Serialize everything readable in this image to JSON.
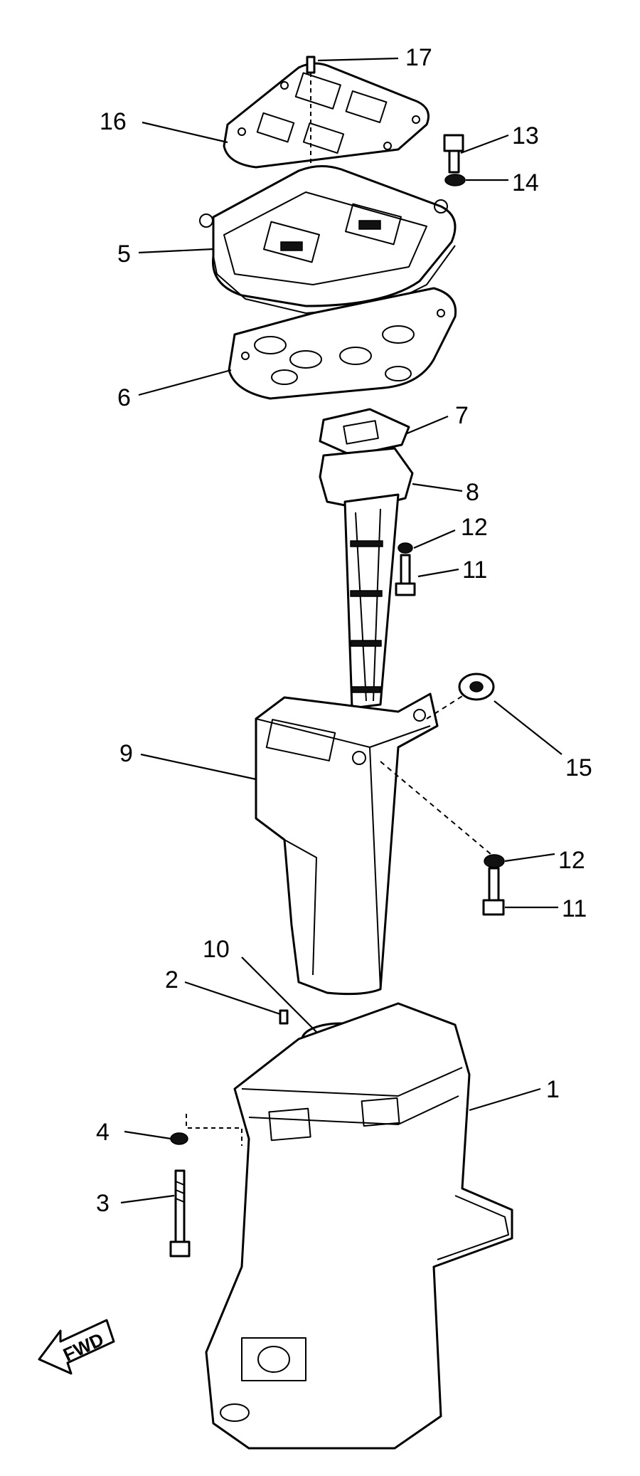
{
  "callouts": [
    {
      "id": "17",
      "label": "17"
    },
    {
      "id": "16",
      "label": "16"
    },
    {
      "id": "13",
      "label": "13"
    },
    {
      "id": "14",
      "label": "14"
    },
    {
      "id": "5",
      "label": "5"
    },
    {
      "id": "6",
      "label": "6"
    },
    {
      "id": "7",
      "label": "7"
    },
    {
      "id": "8",
      "label": "8"
    },
    {
      "id": "12a",
      "label": "12"
    },
    {
      "id": "11a",
      "label": "11"
    },
    {
      "id": "9",
      "label": "9"
    },
    {
      "id": "15",
      "label": "15"
    },
    {
      "id": "12b",
      "label": "12"
    },
    {
      "id": "11b",
      "label": "11"
    },
    {
      "id": "10",
      "label": "10"
    },
    {
      "id": "2",
      "label": "2"
    },
    {
      "id": "1",
      "label": "1"
    },
    {
      "id": "4",
      "label": "4"
    },
    {
      "id": "3",
      "label": "3"
    }
  ],
  "fwd_label": "FWD"
}
